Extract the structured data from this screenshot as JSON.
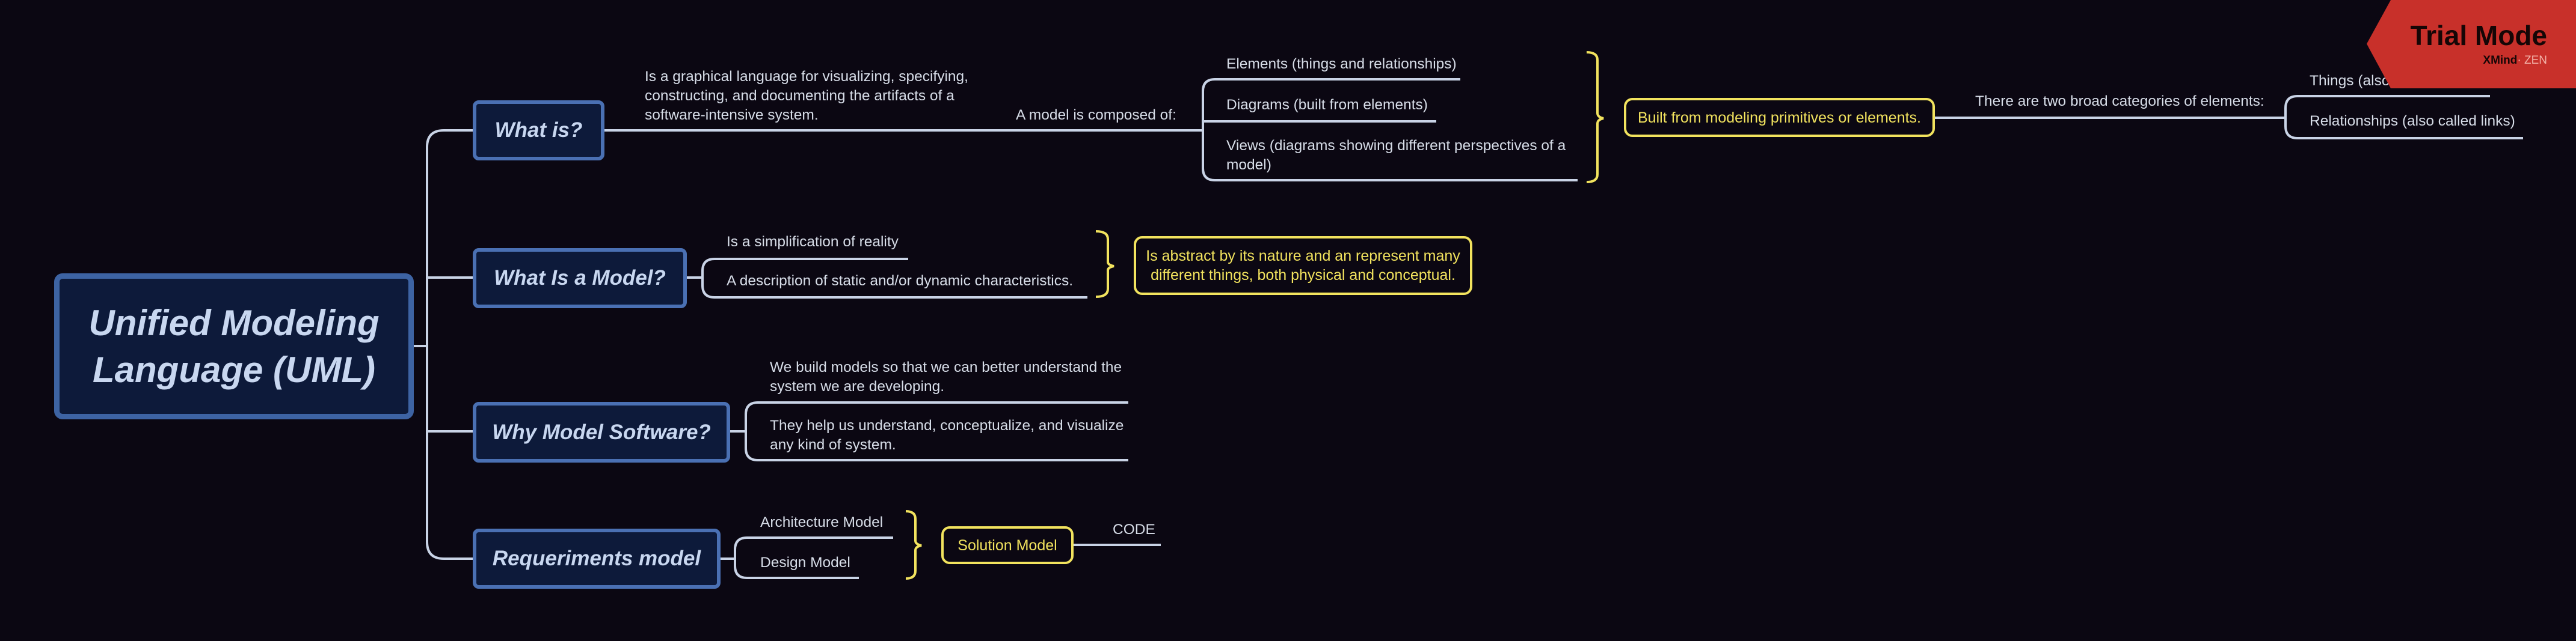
{
  "root": {
    "line1": "Unified Modeling",
    "line2": "Language (UML)"
  },
  "topics": [
    {
      "label": "What is?"
    },
    {
      "label": "What Is a Model?"
    },
    {
      "label": "Why Model Software?"
    },
    {
      "label": "Requeriments model"
    }
  ],
  "what_is": {
    "definition": [
      "Is a graphical language for visualizing, specifying,",
      "constructing, and documenting the artifacts of a",
      "software-intensive system."
    ],
    "composed_label": "A model is composed of:",
    "parts": {
      "elements": "Elements (things and relationships)",
      "diagrams": "Diagrams (built from elements)",
      "views_line1": "Views (diagrams showing different perspectives of a",
      "views_line2": "model)"
    },
    "summary": "Built from modeling primitives or elements.",
    "categories_label": "There are two broad categories of elements:",
    "categories": {
      "things": "Things (also called nodes)",
      "relationships": "Relationships (also called links)"
    }
  },
  "what_is_model": {
    "items": {
      "simplification": "Is a simplification of reality",
      "description": "A description of static and/or dynamic characteristics."
    },
    "summary_line1": "Is abstract by its nature and an represent many",
    "summary_line2": "different things, both physical and conceptual."
  },
  "why_model": {
    "reason1_line1": "We build models so that we can better understand the",
    "reason1_line2": "system we are developing.",
    "reason2_line1": "They help us understand, conceptualize, and visualize",
    "reason2_line2": "any kind of system."
  },
  "requirements": {
    "architecture": "Architecture Model",
    "design": "Design Model",
    "summary": "Solution Model",
    "code": "CODE"
  },
  "trial": {
    "title": "Trial Mode",
    "brand": "XMind",
    "brand_suffix": "· ZEN"
  },
  "colors": {
    "background": "#0b0712",
    "line": "#c9d3e6",
    "topic_border": "#4a70b3",
    "topic_fill": "#0d1a3a",
    "summary": "#f2e35e",
    "trial_banner": "#c8302a"
  }
}
